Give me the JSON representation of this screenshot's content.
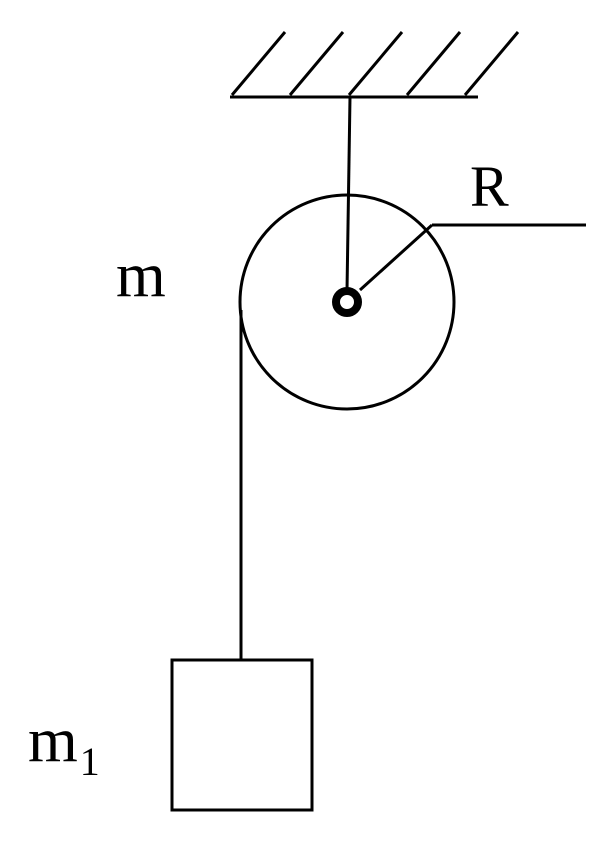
{
  "labels": {
    "pulley_mass": "m",
    "radius": "R",
    "block_mass": "m",
    "block_mass_subscript": "1"
  },
  "colors": {
    "line": "#000000",
    "background": "#ffffff"
  }
}
